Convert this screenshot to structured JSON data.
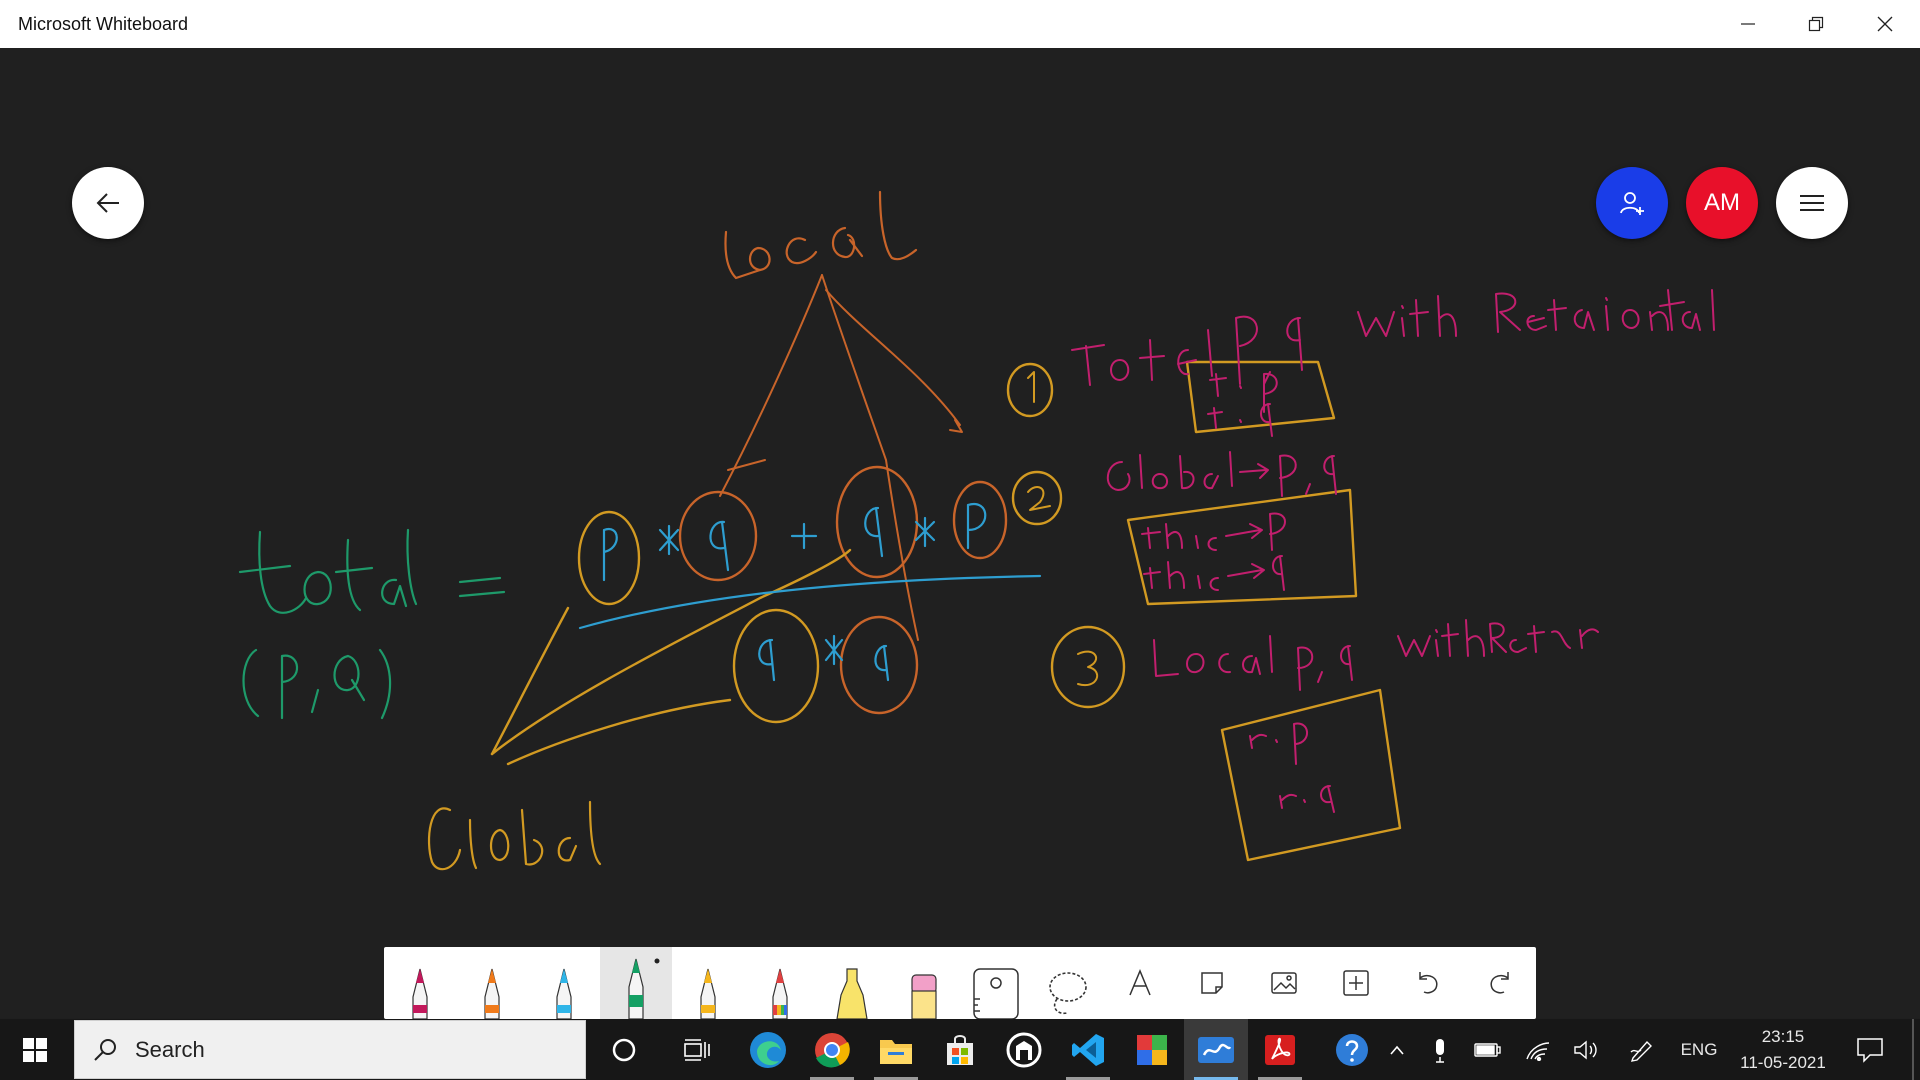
{
  "window": {
    "title": "Microsoft Whiteboard"
  },
  "profile": {
    "initials": "AM",
    "color": "#e8102a"
  },
  "invite": {
    "color": "#1a3de8"
  },
  "ink": {
    "handwriting": [
      "Local",
      "Global",
      "total =",
      "(p,q)",
      "1",
      "Total p,q with Rational t",
      "t·p",
      "t·q",
      "2",
      "Global → p,q",
      "this → p",
      "this → q",
      "3",
      "Local p,q with Rational r",
      "r·p",
      "r·q",
      "p * q + q * p",
      "q * q"
    ],
    "colors": {
      "orange": "#c8642a",
      "yellow": "#d29a22",
      "blue": "#2e9ed0",
      "green": "#1e9a6a",
      "magenta": "#c21f6e"
    }
  },
  "toolbar": {
    "tools": [
      {
        "name": "pen-magenta",
        "color": "#c2185b"
      },
      {
        "name": "pen-orange",
        "color": "#f07a1a"
      },
      {
        "name": "pen-cyan",
        "color": "#2fb5e8"
      },
      {
        "name": "pen-green",
        "color": "#14a064",
        "active": true
      },
      {
        "name": "pen-yellow",
        "color": "#f5b61c"
      },
      {
        "name": "pen-rainbow",
        "color": "#e04040"
      },
      {
        "name": "highlighter",
        "color": "#f8e36a"
      },
      {
        "name": "eraser",
        "color": "#f2a0c8"
      },
      {
        "name": "ruler"
      },
      {
        "name": "lasso"
      },
      {
        "name": "text"
      },
      {
        "name": "note"
      },
      {
        "name": "image"
      },
      {
        "name": "insert"
      },
      {
        "name": "undo"
      },
      {
        "name": "redo"
      }
    ]
  },
  "taskbar": {
    "search_placeholder": "Search",
    "apps": [
      "cortana",
      "task-view",
      "edge",
      "chrome",
      "file-explorer",
      "store",
      "github",
      "vscode",
      "winrar",
      "whiteboard",
      "acrobat",
      "help"
    ],
    "language": "ENG",
    "time": "23:15",
    "date": "11-05-2021"
  }
}
